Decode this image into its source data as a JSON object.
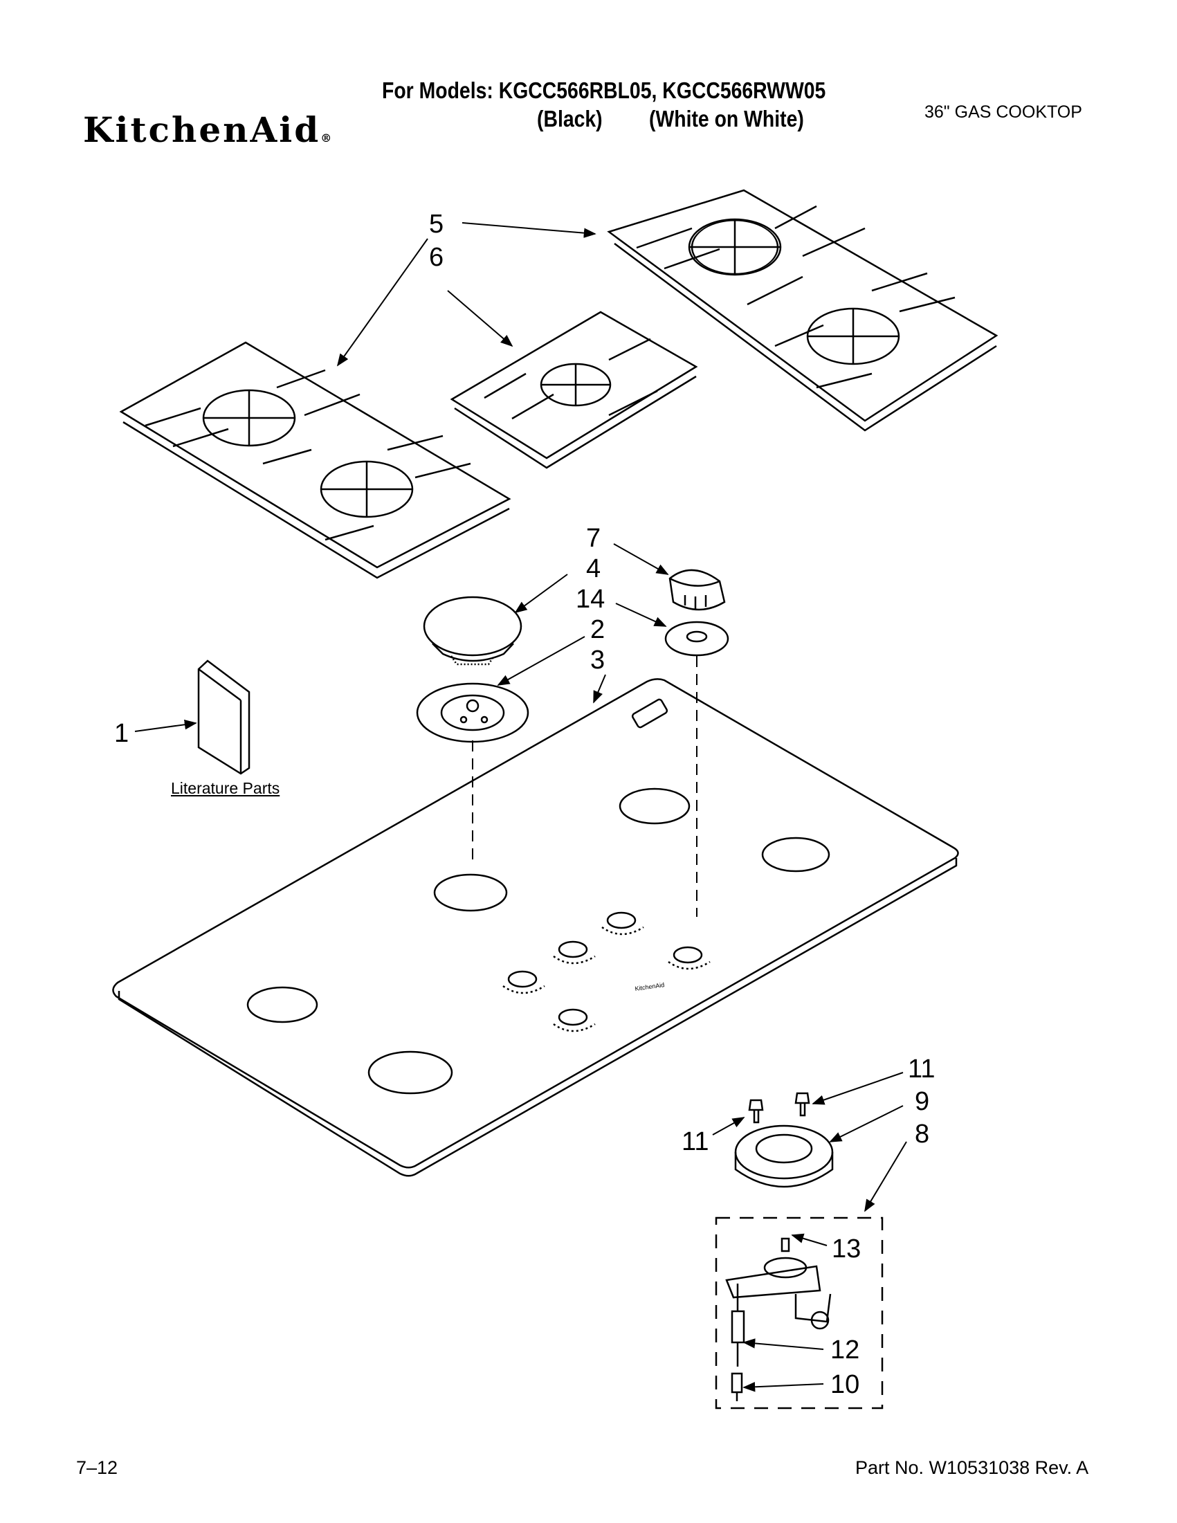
{
  "header": {
    "brand": "KitchenAid",
    "brand_mark": "®",
    "models": "For Models: KGCC566RBL05, KGCC566RWW05",
    "variant_black": "(Black)",
    "variant_white": "(White on White)",
    "product": "36\" GAS COOKTOP"
  },
  "diagram": {
    "callouts": {
      "c5": "5",
      "c6": "6",
      "c7": "7",
      "c4": "4",
      "c14": "14",
      "c2": "2",
      "c3": "3",
      "c1": "1",
      "c11a": "11",
      "c11b": "11",
      "c9": "9",
      "c8": "8",
      "c13": "13",
      "c12": "12",
      "c10": "10"
    },
    "literature_label": "Literature Parts",
    "cooktop_logo": "KitchenAid"
  },
  "footer": {
    "page": "7–12",
    "part_number": "Part No. W10531038 Rev. A"
  }
}
